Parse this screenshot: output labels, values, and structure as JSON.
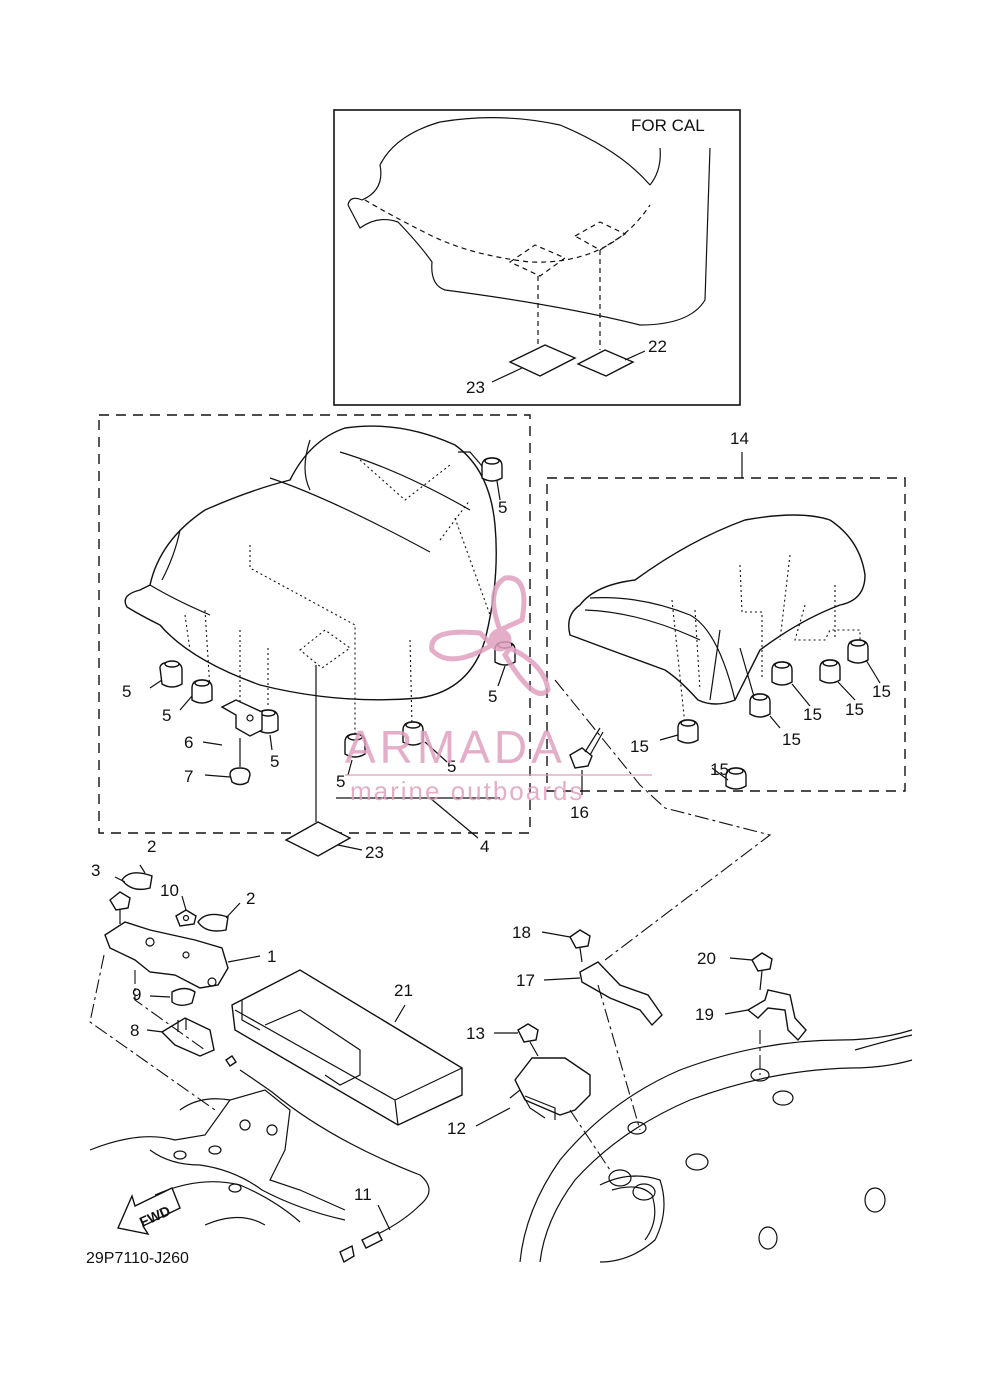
{
  "inset": {
    "label": "FOR CAL"
  },
  "diagram_code": "29P7110-J260",
  "fwd_label": "FWD",
  "watermark": {
    "brand": "ARMADA",
    "tagline": "marine outboards",
    "color": "#e0a0c0"
  },
  "callouts": {
    "c1": "1",
    "c2a": "2",
    "c2b": "2",
    "c3": "3",
    "c4": "4",
    "c5a": "5",
    "c5b": "5",
    "c5c": "5",
    "c5d": "5",
    "c5e": "5",
    "c5f": "5",
    "c5g": "5",
    "c6": "6",
    "c7": "7",
    "c8": "8",
    "c9": "9",
    "c10": "10",
    "c11": "11",
    "c12": "12",
    "c13": "13",
    "c14": "14",
    "c15a": "15",
    "c15b": "15",
    "c15c": "15",
    "c15d": "15",
    "c15e": "15",
    "c15f": "15",
    "c16": "16",
    "c17": "17",
    "c18": "18",
    "c19": "19",
    "c20": "20",
    "c21": "21",
    "c22": "22",
    "c23a": "23",
    "c23b": "23"
  }
}
